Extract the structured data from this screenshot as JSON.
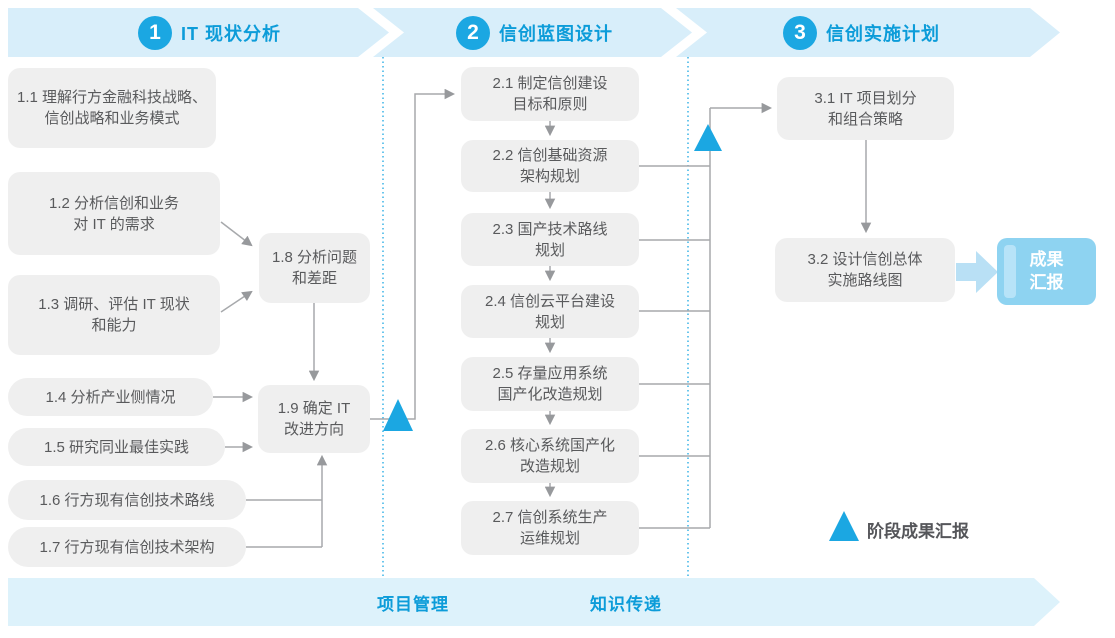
{
  "colors": {
    "accent": "#1ba7e2",
    "band": "#d8eefa",
    "bandBottom": "#ddf2fb",
    "blueText": "#0c9cd9",
    "boxBg": "#efefef",
    "boxText": "#595a5c",
    "lineGray": "#a7a9ac",
    "resultBox": "#8ed3f1",
    "resultStripe": "#b7e3f8",
    "arrowLight": "#b9e0f5"
  },
  "phases": [
    {
      "number": "1",
      "title": "IT 现状分析"
    },
    {
      "number": "2",
      "title": "信创蓝图设计"
    },
    {
      "number": "3",
      "title": "信创实施计划"
    }
  ],
  "steps": {
    "s1_1": "1.1 理解行方金融科技战略、\n信创战略和业务模式",
    "s1_2": "1.2 分析信创和业务\n对 IT 的需求",
    "s1_3": "1.3 调研、评估 IT 现状\n和能力",
    "s1_4": "1.4 分析产业侧情况",
    "s1_5": "1.5 研究同业最佳实践",
    "s1_6": "1.6 行方现有信创技术路线",
    "s1_7": "1.7 行方现有信创技术架构",
    "s1_8": "1.8 分析问题\n和差距",
    "s1_9": "1.9 确定 IT\n改进方向",
    "s2_1": "2.1 制定信创建设\n目标和原则",
    "s2_2": "2.2 信创基础资源\n架构规划",
    "s2_3": "2.3 国产技术路线\n规划",
    "s2_4": "2.4 信创云平台建设\n规划",
    "s2_5": "2.5 存量应用系统\n国产化改造规划",
    "s2_6": "2.6 核心系统国产化\n改造规划",
    "s2_7": "2.7 信创系统生产\n运维规划",
    "s3_1": "3.1 IT 项目划分\n和组合策略",
    "s3_2": "3.2 设计信创总体\n实施路线图"
  },
  "result": {
    "label": "成果\n汇报"
  },
  "legend": {
    "label": "阶段成果汇报"
  },
  "bottom_bar": {
    "labels": [
      "项目管理",
      "知识传递"
    ]
  }
}
